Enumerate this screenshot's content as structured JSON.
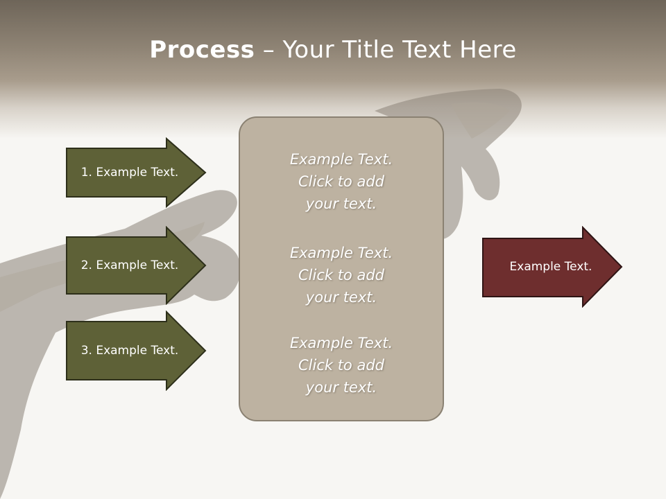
{
  "slide": {
    "title_bold": "Process",
    "title_rest": " – Your Title Text Here"
  },
  "steps": [
    {
      "label": "1. Example Text."
    },
    {
      "label": "2. Example Text."
    },
    {
      "label": "3. Example Text."
    }
  ],
  "center": {
    "blocks": [
      {
        "line1": "Example Text.",
        "line2": "Click  to add",
        "line3": "your text."
      },
      {
        "line1": "Example Text.",
        "line2": "Click  to add",
        "line3": "your text."
      },
      {
        "line1": "Example Text.",
        "line2": "Click  to add",
        "line3": "your text."
      }
    ]
  },
  "result": {
    "label": "Example Text."
  },
  "colors": {
    "step_fill": "#5e6137",
    "result_fill": "#6e2e2e",
    "center_fill": "#bdb2a1",
    "header": "#8f8475"
  }
}
